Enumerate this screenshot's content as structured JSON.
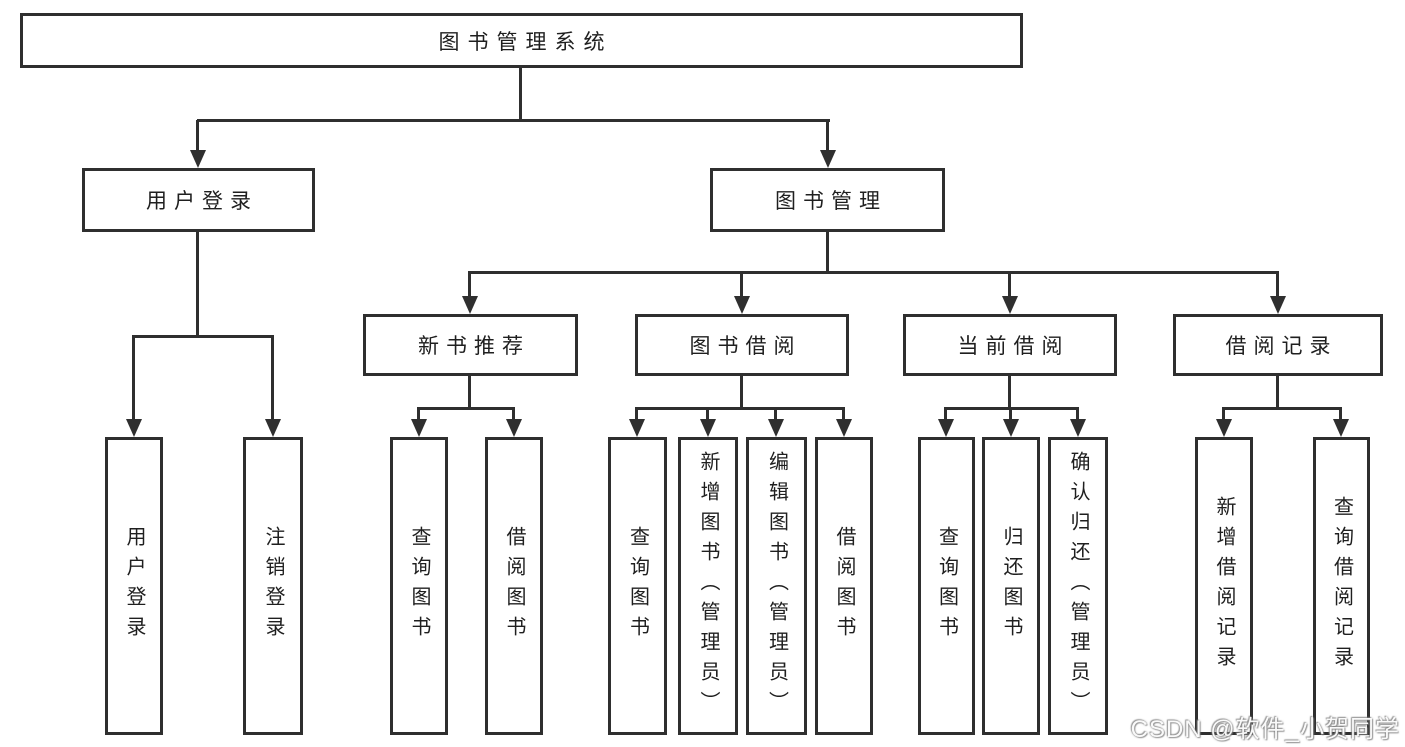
{
  "diagram": {
    "root": {
      "label": "图书管理系统"
    },
    "branches": [
      {
        "label": "用户登录",
        "children": [
          {
            "label": "用户登录"
          },
          {
            "label": "注销登录"
          }
        ]
      },
      {
        "label": "图书管理",
        "children": [
          {
            "label": "新书推荐",
            "children": [
              {
                "label": "查询图书"
              },
              {
                "label": "借阅图书"
              }
            ]
          },
          {
            "label": "图书借阅",
            "children": [
              {
                "label": "查询图书"
              },
              {
                "label": "新增图书（管理员）"
              },
              {
                "label": "编辑图书（管理员）"
              },
              {
                "label": "借阅图书"
              }
            ]
          },
          {
            "label": "当前借阅",
            "children": [
              {
                "label": "查询图书"
              },
              {
                "label": "归还图书"
              },
              {
                "label": "确认归还（管理员）"
              }
            ]
          },
          {
            "label": "借阅记录",
            "children": [
              {
                "label": "新增借阅记录"
              },
              {
                "label": "查询借阅记录"
              }
            ]
          }
        ]
      }
    ]
  },
  "watermark": {
    "text": "CSDN @软件_小贺同学"
  },
  "colors": {
    "line": "#2f2f2f",
    "box_fill": "#ffffff",
    "text": "#1f1f1f",
    "watermark": "#c8c8c8",
    "background": "#ffffff"
  }
}
